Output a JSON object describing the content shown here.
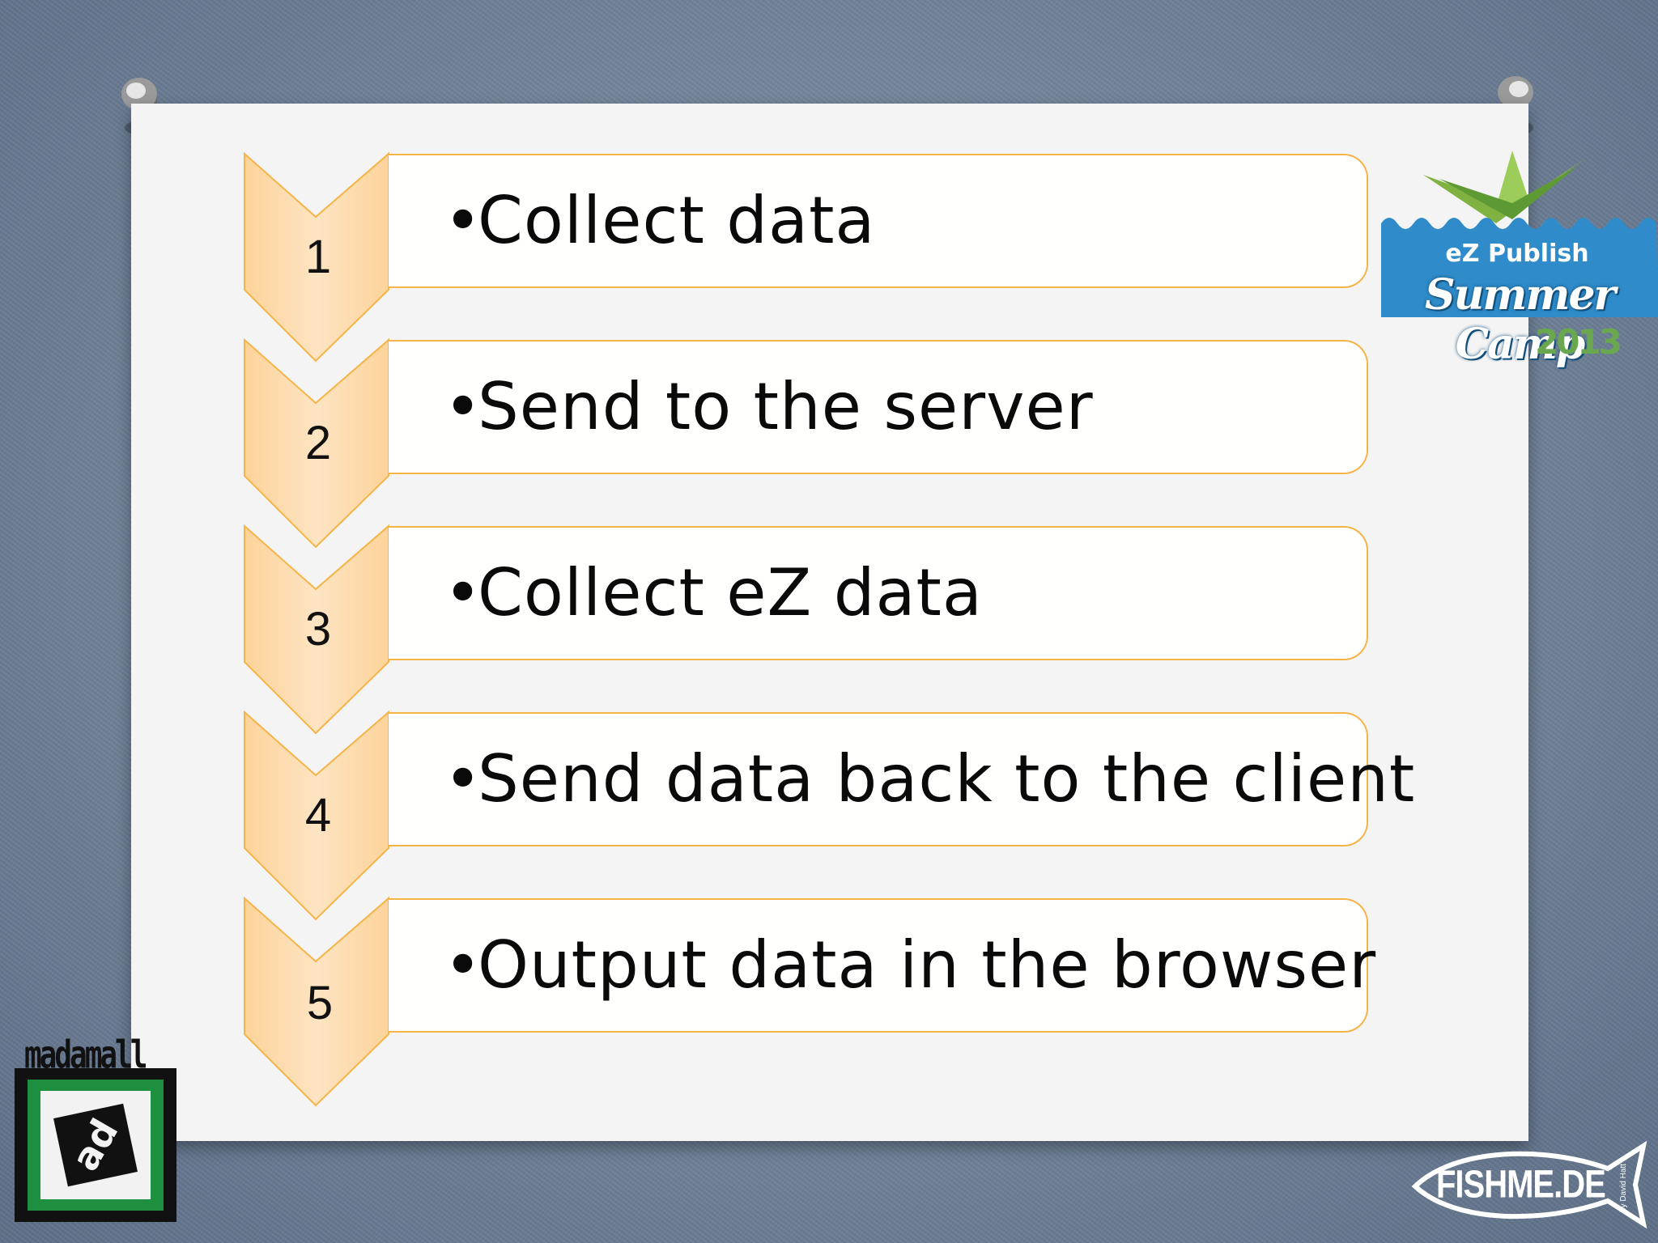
{
  "steps": [
    {
      "number": "1",
      "label": "Collect data"
    },
    {
      "number": "2",
      "label": "Send to the server"
    },
    {
      "number": "3",
      "label": "Collect eZ data"
    },
    {
      "number": "4",
      "label": "Send data back to the client"
    },
    {
      "number": "5",
      "label": "Output data in the browser"
    }
  ],
  "logos": {
    "ez": {
      "line1": "eZ Publish",
      "line2": "Summer Camp",
      "year": "2013"
    },
    "madamall": {
      "wordmark": "madamall"
    },
    "fishme": {
      "wordmark": "FISHME.DE",
      "credit": "by David Hatt"
    }
  },
  "colors": {
    "chevron_fill": "#fcd7a0",
    "chevron_stroke": "#f4b447",
    "background": "#75869c",
    "ez_blue": "#2f8bc9",
    "ez_green": "#6aa84f"
  }
}
